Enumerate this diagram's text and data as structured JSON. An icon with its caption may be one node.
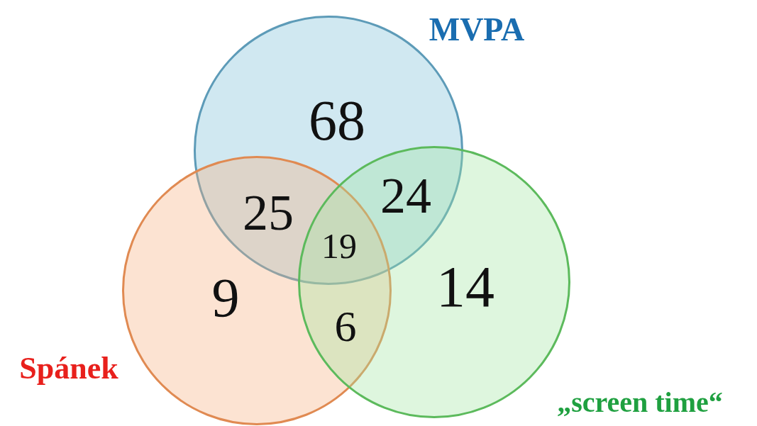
{
  "diagram": {
    "nodes": [
      {
        "text": [
          "MVPA"
        ]
      },
      {
        "text": [
          "Spánek"
        ]
      },
      {
        "text": [
          "„screen time“"
        ]
      }
    ],
    "labels": [
      "68",
      "25",
      "24",
      "19",
      "9",
      "14",
      "6"
    ]
  }
}
